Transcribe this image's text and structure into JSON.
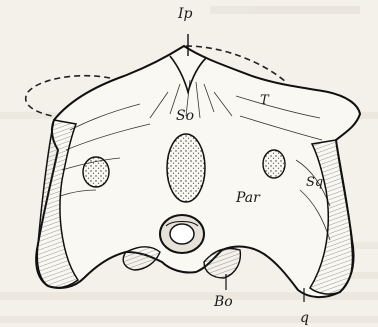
{
  "figure": {
    "labels": {
      "ip": "Ip",
      "t": "T",
      "so": "So",
      "sq": "Sq",
      "par": "Par",
      "bo": "Bo",
      "q": "q"
    }
  }
}
